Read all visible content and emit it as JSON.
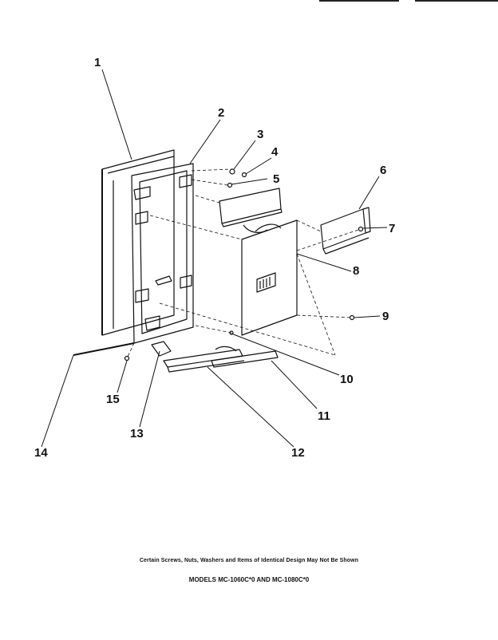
{
  "callouts": [
    "1",
    "2",
    "3",
    "4",
    "5",
    "6",
    "7",
    "8",
    "9",
    "10",
    "11",
    "12",
    "13",
    "14",
    "15"
  ],
  "footnote": "Certain Screws, Nuts, Washers and Items of Identical Design May Not Be Shown",
  "models": "MODELS MC-1060C*0 AND MC-1080C*0"
}
